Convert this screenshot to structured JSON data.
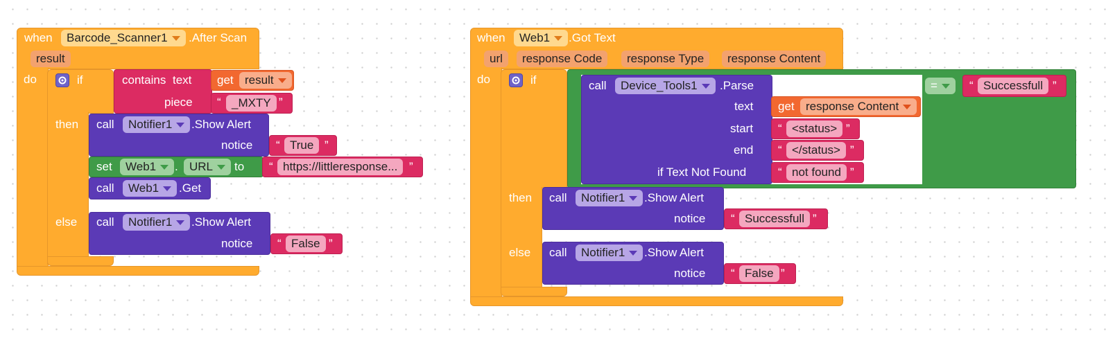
{
  "block1": {
    "when": "when",
    "component": "Barcode_Scanner1",
    "event": ".After Scan",
    "param": "result",
    "do": "do",
    "if": "if",
    "contains": "contains",
    "text_label": "text",
    "get": "get",
    "get_var": "result",
    "piece_label": "piece",
    "piece_value": "_MXTY",
    "then": "then",
    "call1": "call",
    "notifier": "Notifier1",
    "show_alert": ".Show Alert",
    "notice": "notice",
    "true_value": "True",
    "set": "set",
    "set_comp": "Web1",
    "dot": ".",
    "set_prop": "URL",
    "to": "to",
    "url_value": "https://littleresponse...",
    "call2": "call",
    "web": "Web1",
    "get_method": ".Get",
    "else": "else",
    "call3": "call",
    "notifier2": "Notifier1",
    "show_alert2": ".Show Alert",
    "notice2": "notice",
    "false_value": "False"
  },
  "block2": {
    "when": "when",
    "component": "Web1",
    "event": ".Got Text",
    "params": [
      "url",
      "response Code",
      "response Type",
      "response Content"
    ],
    "do": "do",
    "if": "if",
    "call": "call",
    "tools": "Device_Tools1",
    "parse": ".Parse",
    "text_label": "text",
    "get": "get",
    "get_var": "response Content",
    "start_label": "start",
    "start_value": "<status>",
    "end_label": "end",
    "end_value": "</status>",
    "notfound_label": "if Text Not Found",
    "notfound_value": "not found",
    "eq": "=",
    "compare_value": "Successfull",
    "then": "then",
    "call2": "call",
    "notifier": "Notifier1",
    "show_alert": ".Show Alert",
    "notice": "notice",
    "success_value": "Successfull",
    "else": "else",
    "call3": "call",
    "notifier2": "Notifier1",
    "show_alert2": ".Show Alert",
    "notice2": "notice",
    "false_value": "False"
  },
  "colors": {
    "event": "#ffab2e",
    "control": "#ffab2e",
    "procedure": "#5b3ab6",
    "text": "#dc2b62",
    "variable": "#f26830",
    "setter": "#3f9b48",
    "logic": "#3f9b48"
  }
}
